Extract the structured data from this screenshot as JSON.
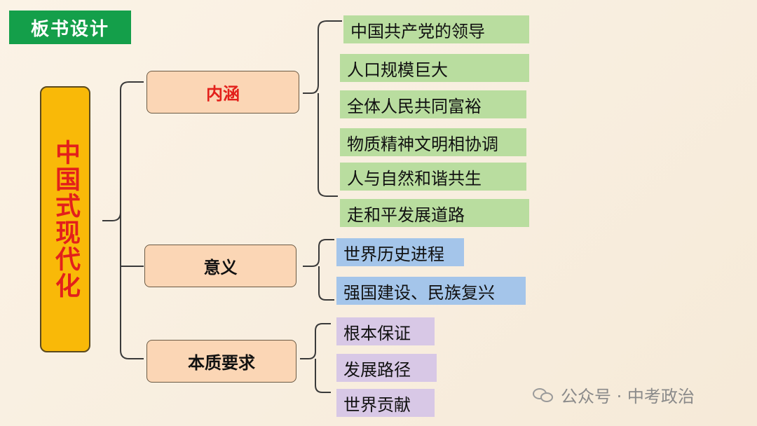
{
  "title": "板书设计",
  "root": "中国式现代化",
  "branches": [
    {
      "label": "内涵",
      "items": [
        "中国共产党的领导",
        "人口规模巨大",
        "全体人民共同富裕",
        "物质精神文明相协调",
        "人与自然和谐共生",
        "走和平发展道路"
      ]
    },
    {
      "label": "意义",
      "items": [
        "世界历史进程",
        "强国建设、民族复兴"
      ]
    },
    {
      "label": "本质要求",
      "items": [
        "根本保证",
        "发展路径",
        "世界贡献"
      ]
    }
  ],
  "watermark": "公众号 · 中考政治",
  "colors": {
    "title_bg": "#149f4a",
    "root_bg": "#f9b908",
    "root_text": "#e3201b",
    "category_bg": "#fbd6b5",
    "leaf_green": "#b9dd9f",
    "leaf_blue": "#a4c5ea",
    "leaf_purple": "#d8c8e6"
  }
}
